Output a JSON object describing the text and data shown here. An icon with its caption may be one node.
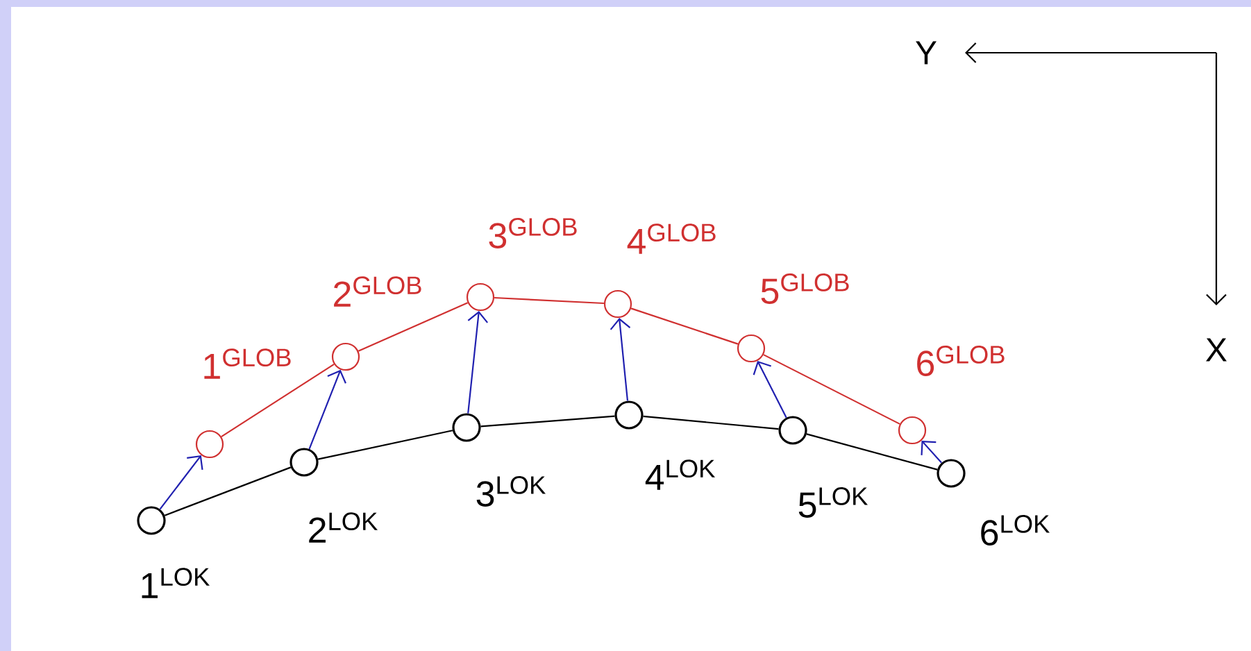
{
  "diagram": {
    "nodes": [
      {
        "text": [],
        "shape": "circle",
        "beside": [
          "1$^{LOK}$"
        ]
      },
      {
        "text": [],
        "shape": "circle",
        "beside": [
          "2$^{LOK}$"
        ]
      },
      {
        "text": [],
        "shape": "circle",
        "beside": [
          "3$^{LOK}$"
        ]
      },
      {
        "text": [],
        "shape": "circle",
        "beside": [
          "4$^{LOK}$"
        ]
      },
      {
        "text": [],
        "shape": "circle",
        "beside": [
          "5$^{LOK}$"
        ]
      },
      {
        "text": [],
        "shape": "circle",
        "beside": [
          "6$^{LOK}$"
        ]
      },
      {
        "text": [],
        "shape": "circle",
        "beside": [
          "1$^{GLOB}$"
        ]
      },
      {
        "text": [],
        "shape": "circle",
        "beside": [
          "2$^{GLOB}$"
        ]
      },
      {
        "text": [],
        "shape": "circle",
        "beside": [
          "3$^{GLOB}$"
        ]
      },
      {
        "text": [],
        "shape": "circle",
        "beside": [
          "4$^{GLOB}$"
        ]
      },
      {
        "text": [],
        "shape": "circle",
        "beside": [
          "5$^{GLOB}$"
        ]
      },
      {
        "text": [],
        "shape": "circle",
        "beside": [
          "6$^{GLOB}$"
        ]
      }
    ],
    "edges": [
      {
        "from": 0,
        "to": 1,
        "arrow": "none",
        "color": "#000000"
      },
      {
        "from": 1,
        "to": 2,
        "arrow": "none",
        "color": "#000000"
      },
      {
        "from": 2,
        "to": 3,
        "arrow": "none",
        "color": "#000000"
      },
      {
        "from": 3,
        "to": 4,
        "arrow": "none",
        "color": "#000000"
      },
      {
        "from": 4,
        "to": 5,
        "arrow": "none",
        "color": "#000000"
      },
      {
        "from": 6,
        "to": 7,
        "arrow": "none",
        "color": "#d03030"
      },
      {
        "from": 7,
        "to": 8,
        "arrow": "none",
        "color": "#d03030"
      },
      {
        "from": 8,
        "to": 9,
        "arrow": "none",
        "color": "#d03030"
      },
      {
        "from": 9,
        "to": 10,
        "arrow": "none",
        "color": "#d03030"
      },
      {
        "from": 10,
        "to": 11,
        "arrow": "none",
        "color": "#d03030"
      },
      {
        "from": 0,
        "to": 6,
        "arrow": "to",
        "color": "#2020b0"
      },
      {
        "from": 1,
        "to": 7,
        "arrow": "to",
        "color": "#2020b0"
      },
      {
        "from": 2,
        "to": 8,
        "arrow": "to",
        "color": "#2020b0"
      },
      {
        "from": 3,
        "to": 9,
        "arrow": "to",
        "color": "#2020b0"
      },
      {
        "from": 4,
        "to": 10,
        "arrow": "to",
        "color": "#2020b0"
      },
      {
        "from": 5,
        "to": 11,
        "arrow": "to",
        "color": "#2020b0"
      }
    ],
    "labels": [
      "Y",
      "X"
    ]
  }
}
